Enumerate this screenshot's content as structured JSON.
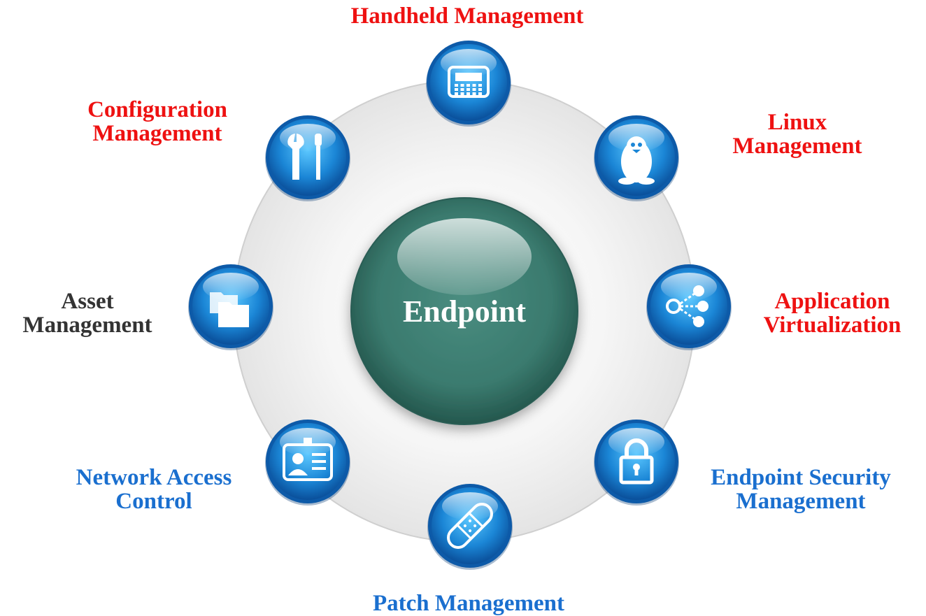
{
  "colors": {
    "highlight": "#ee1111",
    "normal": "#333333",
    "blue": "#1a6fcf",
    "ring": "#eeeeee",
    "center": "#3a7a6e"
  },
  "center": {
    "label": "Endpoint"
  },
  "nodes": [
    {
      "id": "handheld",
      "icon": "keyboard-device-icon",
      "lines": [
        "Handheld Management"
      ],
      "color": "highlight"
    },
    {
      "id": "linux",
      "icon": "penguin-icon",
      "lines": [
        "Linux",
        "Management"
      ],
      "color": "highlight"
    },
    {
      "id": "appvirt",
      "icon": "share-nodes-icon",
      "lines": [
        "Application",
        "Virtualization"
      ],
      "color": "highlight"
    },
    {
      "id": "security",
      "icon": "padlock-icon",
      "lines": [
        "Endpoint Security",
        "Management"
      ],
      "color": "blue"
    },
    {
      "id": "patch",
      "icon": "bandage-icon",
      "lines": [
        "Patch Management"
      ],
      "color": "blue"
    },
    {
      "id": "nac",
      "icon": "id-badge-icon",
      "lines": [
        "Network Access",
        "Control"
      ],
      "color": "blue"
    },
    {
      "id": "asset",
      "icon": "folders-icon",
      "lines": [
        "Asset",
        "Management"
      ],
      "color": "normal"
    },
    {
      "id": "config",
      "icon": "wrench-screwdriver-icon",
      "lines": [
        "Configuration",
        "Management"
      ],
      "color": "highlight"
    }
  ]
}
